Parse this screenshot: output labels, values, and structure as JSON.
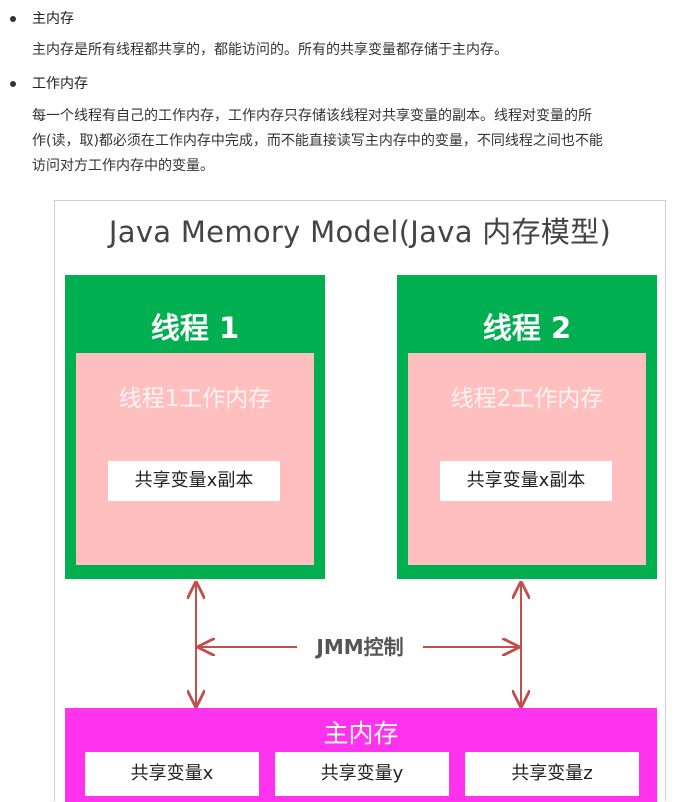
{
  "doc": {
    "items": [
      {
        "label": "主内存",
        "lines": [
          "主内存是所有线程都共享的，都能访问的。所有的共享变量都存储于主内存。"
        ]
      },
      {
        "label": "工作内存",
        "lines": [
          "每一个线程有自己的工作内存，工作内存只存储该线程对共享变量的副本。线程对变量的所",
          "作(读，取)都必须在工作内存中完成，而不能直接读写主内存中的变量，不同线程之间也不能",
          "访问对方工作内存中的变量。"
        ]
      }
    ]
  },
  "diagram": {
    "title": "Java Memory Model(Java 内存模型)",
    "threads": [
      {
        "title": "线程 1",
        "work_memory": "线程1工作内存",
        "copy": "共享变量x副本"
      },
      {
        "title": "线程 2",
        "work_memory": "线程2工作内存",
        "copy": "共享变量x副本"
      }
    ],
    "control_label": "JMM控制",
    "main_memory": {
      "title": "主内存",
      "variables": [
        "共享变量x",
        "共享变量y",
        "共享变量z"
      ]
    },
    "colors": {
      "thread": "#00b050",
      "work_memory": "#ffbfbf",
      "main_memory": "#ff33ee",
      "arrow": "#c0504d"
    }
  }
}
